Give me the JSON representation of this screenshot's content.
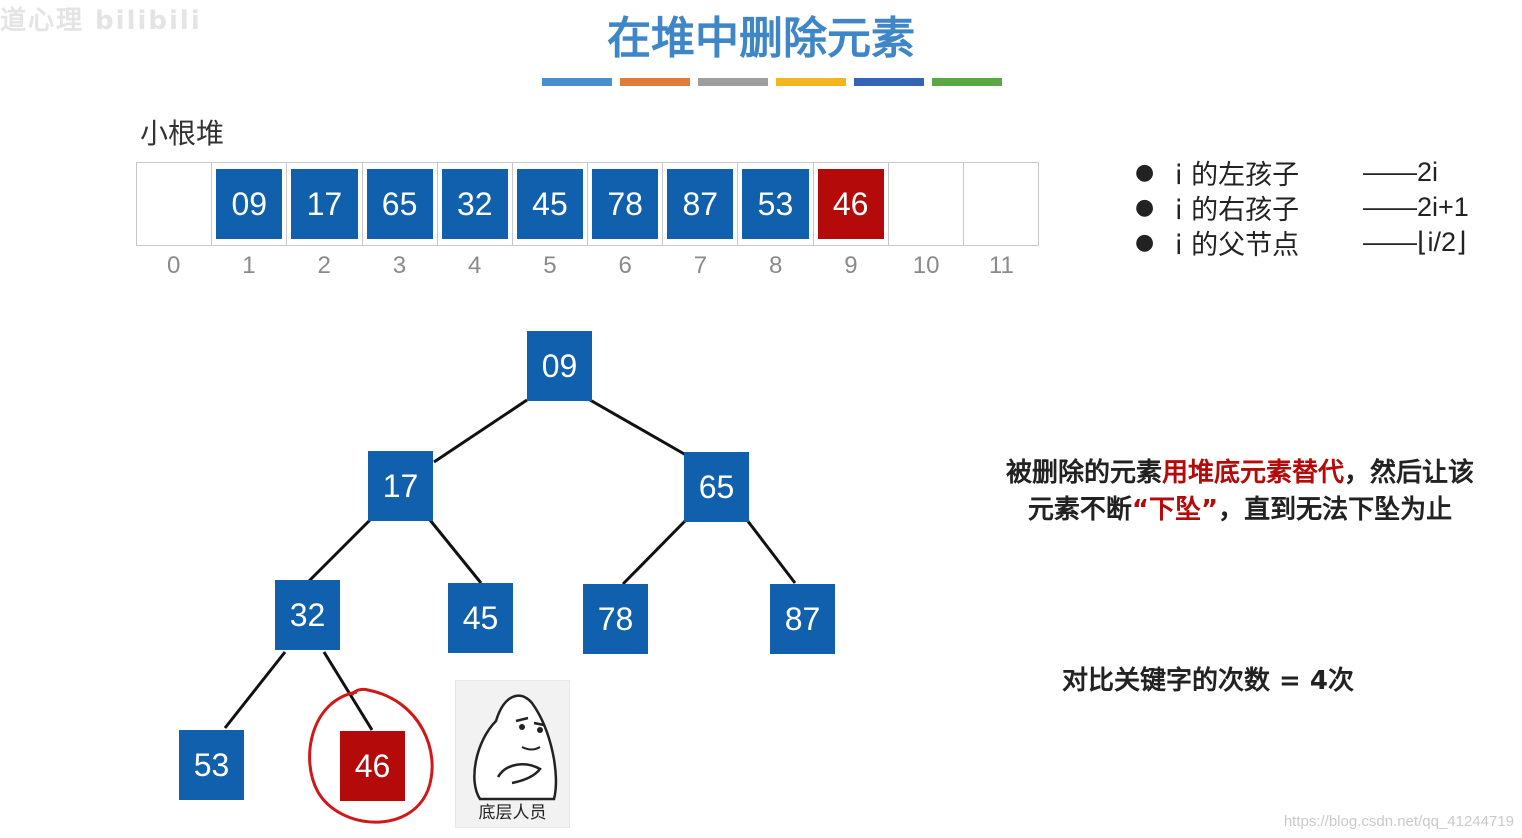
{
  "watermark_top": "道心理 bilibili",
  "title": "在堆中删除元素",
  "color_bars": [
    "#4a8ed0",
    "#e07b39",
    "#9e9e9e",
    "#f2b720",
    "#3465b5",
    "#5aa845"
  ],
  "heap_label": "小根堆",
  "array": {
    "cells": [
      "",
      "09",
      "17",
      "65",
      "32",
      "45",
      "78",
      "87",
      "53",
      "46",
      "",
      ""
    ],
    "highlight_index": 9,
    "indices": [
      "0",
      "1",
      "2",
      "3",
      "4",
      "5",
      "6",
      "7",
      "8",
      "9",
      "10",
      "11"
    ]
  },
  "formulas": [
    {
      "label": "i 的左孩子",
      "value": "——2i"
    },
    {
      "label": "i 的右孩子",
      "value": "——2i+1"
    },
    {
      "label": "i 的父节点",
      "value": "——⌊i/2⌋"
    }
  ],
  "tree": {
    "nodes": {
      "n1": "09",
      "n2": "17",
      "n3": "65",
      "n4": "32",
      "n5": "45",
      "n6": "78",
      "n7": "87",
      "n8": "53",
      "n9": "46"
    },
    "highlight_node": "n9"
  },
  "description": {
    "part1": "被删除的元素",
    "part2": "用堆底元素替代",
    "part3": "，然后让该",
    "part4": "元素不断",
    "part5": "“下坠”",
    "part6": "，直到无法下坠为止"
  },
  "count_text": "对比关键字的次数 = 4次",
  "meme_caption": "底层人员",
  "watermark_bottom": "https://blog.csdn.net/qq_41244719",
  "colors": {
    "node": "#1060ad",
    "highlight": "#b50a0a",
    "title": "#3f86c7"
  }
}
